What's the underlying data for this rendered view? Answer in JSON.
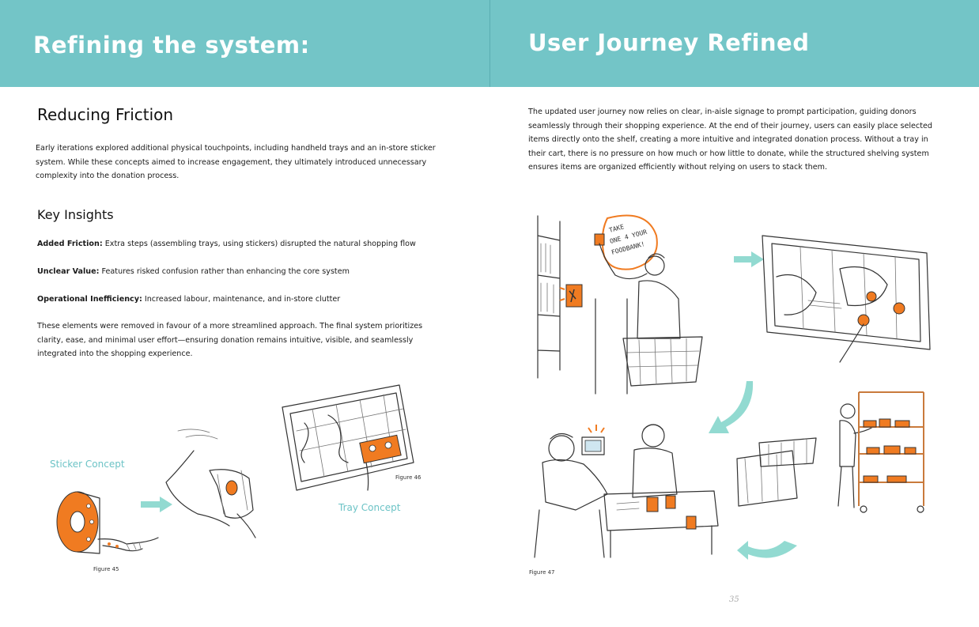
{
  "left_page": {
    "title": "Refining the system:",
    "reducing_friction": {
      "heading": "Reducing Friction",
      "paragraph": "Early iterations explored additional physical touchpoints, including handheld trays and an in-store sticker system. While these concepts aimed to increase engagement, they ultimately introduced unnecessary complexity into the donation process."
    },
    "key_insights": {
      "heading": "Key Insights",
      "items": [
        {
          "label": "Added Friction:",
          "text": " Extra steps (assembling trays, using stickers) disrupted the natural shopping flow"
        },
        {
          "label": "Unclear Value:",
          "text": " Features risked confusion rather than enhancing the core system"
        },
        {
          "label": "Operational Inefficiency:",
          "text": " Increased labour, maintenance, and in-store clutter"
        }
      ],
      "closing": "These elements were removed in favour of a more streamlined approach. The final system prioritizes clarity, ease, and minimal user effort—ensuring donation remains intuitive, visible, and seamlessly integrated into the shopping experience."
    },
    "figures": {
      "sticker_label": "Sticker Concept",
      "tray_label": "Tray Concept",
      "figure_45": "Figure 45",
      "figure_46": "Figure 46"
    }
  },
  "right_page": {
    "title": "User Journey Refined",
    "paragraph": "The updated user journey now relies on clear, in-aisle signage to prompt participation, guiding donors seamlessly through their shopping experience. At the end of their journey, users can easily place selected items directly onto the shelf, creating a more intuitive and integrated donation process. Without a tray in their cart, there is no pressure on how much or how little to donate, while the structured shelving system ensures items are organized efficiently without relying on users to stack them.",
    "speech_bubble": "TAKE ONE 4 YOUR FOODBANK!",
    "figure_47": "Figure 47",
    "page_number": "35"
  },
  "colors": {
    "header_teal": "#73c5c7",
    "accent_orange": "#f07b21",
    "arrow_mint": "#7fd3c9",
    "label_teal": "#6cc3c6"
  }
}
